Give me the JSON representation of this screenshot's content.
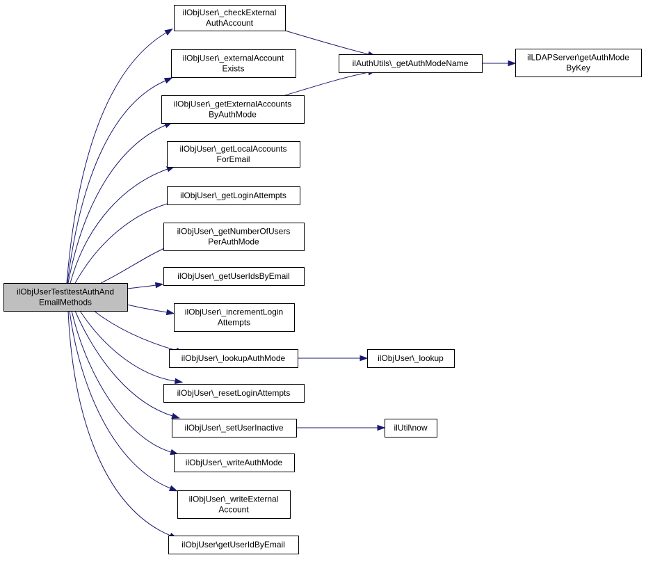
{
  "colors": {
    "edge": "#191970",
    "node_fill": "#ffffff",
    "root_fill": "#bfbfbf",
    "border": "#000000"
  },
  "nodes": [
    {
      "id": "root",
      "lines": [
        "ilObjUserTest\\testAuthAnd",
        "EmailMethods"
      ],
      "root": true
    },
    {
      "id": "n1",
      "lines": [
        "ilObjUser\\_checkExternal",
        "AuthAccount"
      ]
    },
    {
      "id": "n2",
      "lines": [
        "ilObjUser\\_externalAccount",
        "Exists"
      ]
    },
    {
      "id": "n3",
      "lines": [
        "ilObjUser\\_getExternalAccounts",
        "ByAuthMode"
      ]
    },
    {
      "id": "n4",
      "lines": [
        "ilObjUser\\_getLocalAccounts",
        "ForEmail"
      ]
    },
    {
      "id": "n5",
      "lines": [
        "ilObjUser\\_getLoginAttempts"
      ]
    },
    {
      "id": "n6",
      "lines": [
        "ilObjUser\\_getNumberOfUsers",
        "PerAuthMode"
      ]
    },
    {
      "id": "n7",
      "lines": [
        "ilObjUser\\_getUserIdsByEmail"
      ]
    },
    {
      "id": "n8",
      "lines": [
        "ilObjUser\\_incrementLogin",
        "Attempts"
      ]
    },
    {
      "id": "n9",
      "lines": [
        "ilObjUser\\_lookupAuthMode"
      ]
    },
    {
      "id": "n10",
      "lines": [
        "ilObjUser\\_resetLoginAttempts"
      ]
    },
    {
      "id": "n11",
      "lines": [
        "ilObjUser\\_setUserInactive"
      ]
    },
    {
      "id": "n12",
      "lines": [
        "ilObjUser\\_writeAuthMode"
      ]
    },
    {
      "id": "n13",
      "lines": [
        "ilObjUser\\_writeExternal",
        "Account"
      ]
    },
    {
      "id": "n14",
      "lines": [
        "ilObjUser\\getUserIdByEmail"
      ]
    },
    {
      "id": "m1",
      "lines": [
        "ilAuthUtils\\_getAuthModeName"
      ]
    },
    {
      "id": "m2",
      "lines": [
        "ilObjUser\\_lookup"
      ]
    },
    {
      "id": "m3",
      "lines": [
        "ilUtil\\now"
      ]
    },
    {
      "id": "r1",
      "lines": [
        "ilLDAPServer\\getAuthMode",
        "ByKey"
      ]
    }
  ],
  "edges": [
    {
      "from": "root",
      "to": "n1"
    },
    {
      "from": "root",
      "to": "n2"
    },
    {
      "from": "root",
      "to": "n3"
    },
    {
      "from": "root",
      "to": "n4"
    },
    {
      "from": "root",
      "to": "n5"
    },
    {
      "from": "root",
      "to": "n6"
    },
    {
      "from": "root",
      "to": "n7"
    },
    {
      "from": "root",
      "to": "n8"
    },
    {
      "from": "root",
      "to": "n9"
    },
    {
      "from": "root",
      "to": "n10"
    },
    {
      "from": "root",
      "to": "n11"
    },
    {
      "from": "root",
      "to": "n12"
    },
    {
      "from": "root",
      "to": "n13"
    },
    {
      "from": "root",
      "to": "n14"
    },
    {
      "from": "n1",
      "to": "m1"
    },
    {
      "from": "n3",
      "to": "m1"
    },
    {
      "from": "m1",
      "to": "r1"
    },
    {
      "from": "n9",
      "to": "m2"
    },
    {
      "from": "n11",
      "to": "m3"
    }
  ]
}
